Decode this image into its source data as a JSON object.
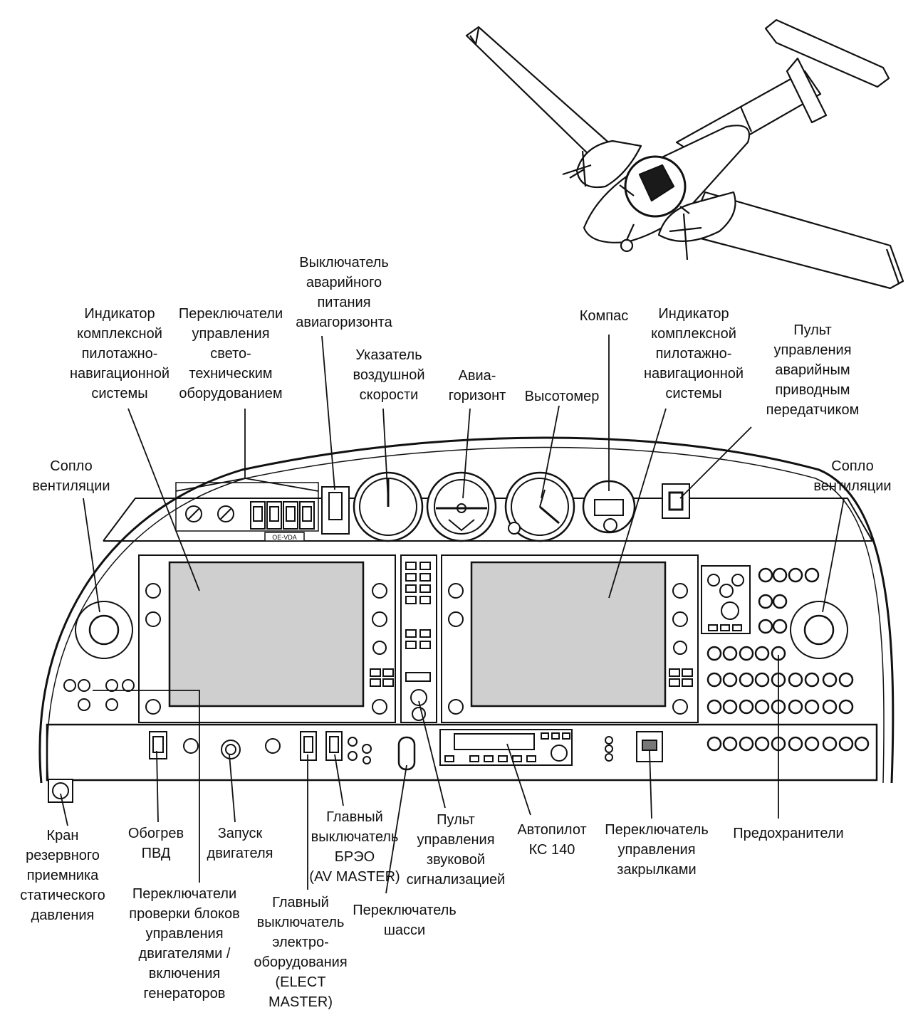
{
  "labels": {
    "vent_left": "Сопло\nвентиляции",
    "pfd_left": "Индикатор\nкомплексной\nпилотажно-\nнавигационной\nсистемы",
    "lighting_switches": "Переключатели\nуправления\nсвето-\nтехническим\nоборудованием",
    "emergency_horizon_power": "Выключатель\nаварийного\nпитания\nавиагоризонта",
    "airspeed": "Указатель\nвоздушной\nскорости",
    "horizon": "Авиа-\nгоризонт",
    "altimeter": "Высотомер",
    "compass": "Компас",
    "mfd_right": "Индикатор\nкомплексной\nпилотажно-\nнавигационной\nсистемы",
    "elt_panel": "Пульт\nуправления\nаварийным\nприводным\nпередатчиком",
    "vent_right": "Сопло\nвентиляции",
    "static_valve": "Кран\nрезервного\nприемника\nстатического\nдавления",
    "pitot_heat": "Обогрев\nПВД",
    "engine_start": "Запуск\nдвигателя",
    "ecu_test": "Переключатели\nпроверки блоков\nуправления\nдвигателями /\nвключения\nгенераторов",
    "elect_master": "Главный\nвыключатель\nэлектро-\nоборудования\n(ELECT\nMASTER)",
    "av_master": "Главный\nвыключатель\nБРЭО\n(AV MASTER)",
    "gear_switch": "Переключатель\nшасси",
    "audio_panel": "Пульт\nуправления\nзвуковой\nсигнализацией",
    "autopilot": "Автопилот\nКС 140",
    "flap_switch": "Переключатель\nуправления\nзакрылками",
    "fuses": "Предохранители"
  },
  "placard": "OE-VDA"
}
